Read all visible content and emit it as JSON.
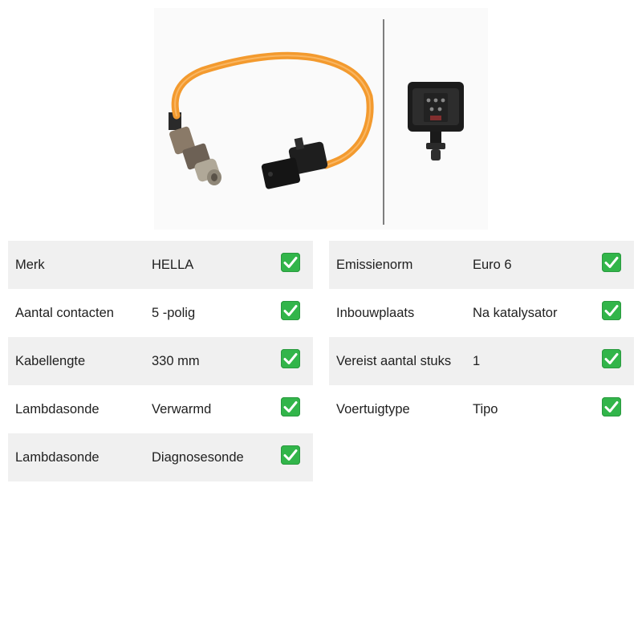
{
  "image": {
    "alt": "HELLA lambdasonde"
  },
  "specs_left": [
    {
      "label": "Merk",
      "value": "HELLA",
      "shaded": true
    },
    {
      "label": "Aantal contacten",
      "value": "5 -polig",
      "shaded": false
    },
    {
      "label": "Kabellengte",
      "value": "330 mm",
      "shaded": true
    },
    {
      "label": "Lambdasonde",
      "value": "Verwarmd",
      "shaded": false
    },
    {
      "label": "Lambdasonde",
      "value": "Diagnosesonde",
      "shaded": true
    }
  ],
  "specs_right": [
    {
      "label": "Emissienorm",
      "value": "Euro 6",
      "shaded": true
    },
    {
      "label": "Inbouwplaats",
      "value": "Na katalysator",
      "shaded": false
    },
    {
      "label": "Vereist aantal stuks",
      "value": "1",
      "shaded": true
    },
    {
      "label": "Voertuigtype",
      "value": "Tipo",
      "shaded": false
    }
  ],
  "icons": {
    "check": "check-mark-icon"
  },
  "colors": {
    "row_shade": "#f0f0f0",
    "check_green": "#32b54a",
    "cable_orange": "#f39a2e"
  }
}
